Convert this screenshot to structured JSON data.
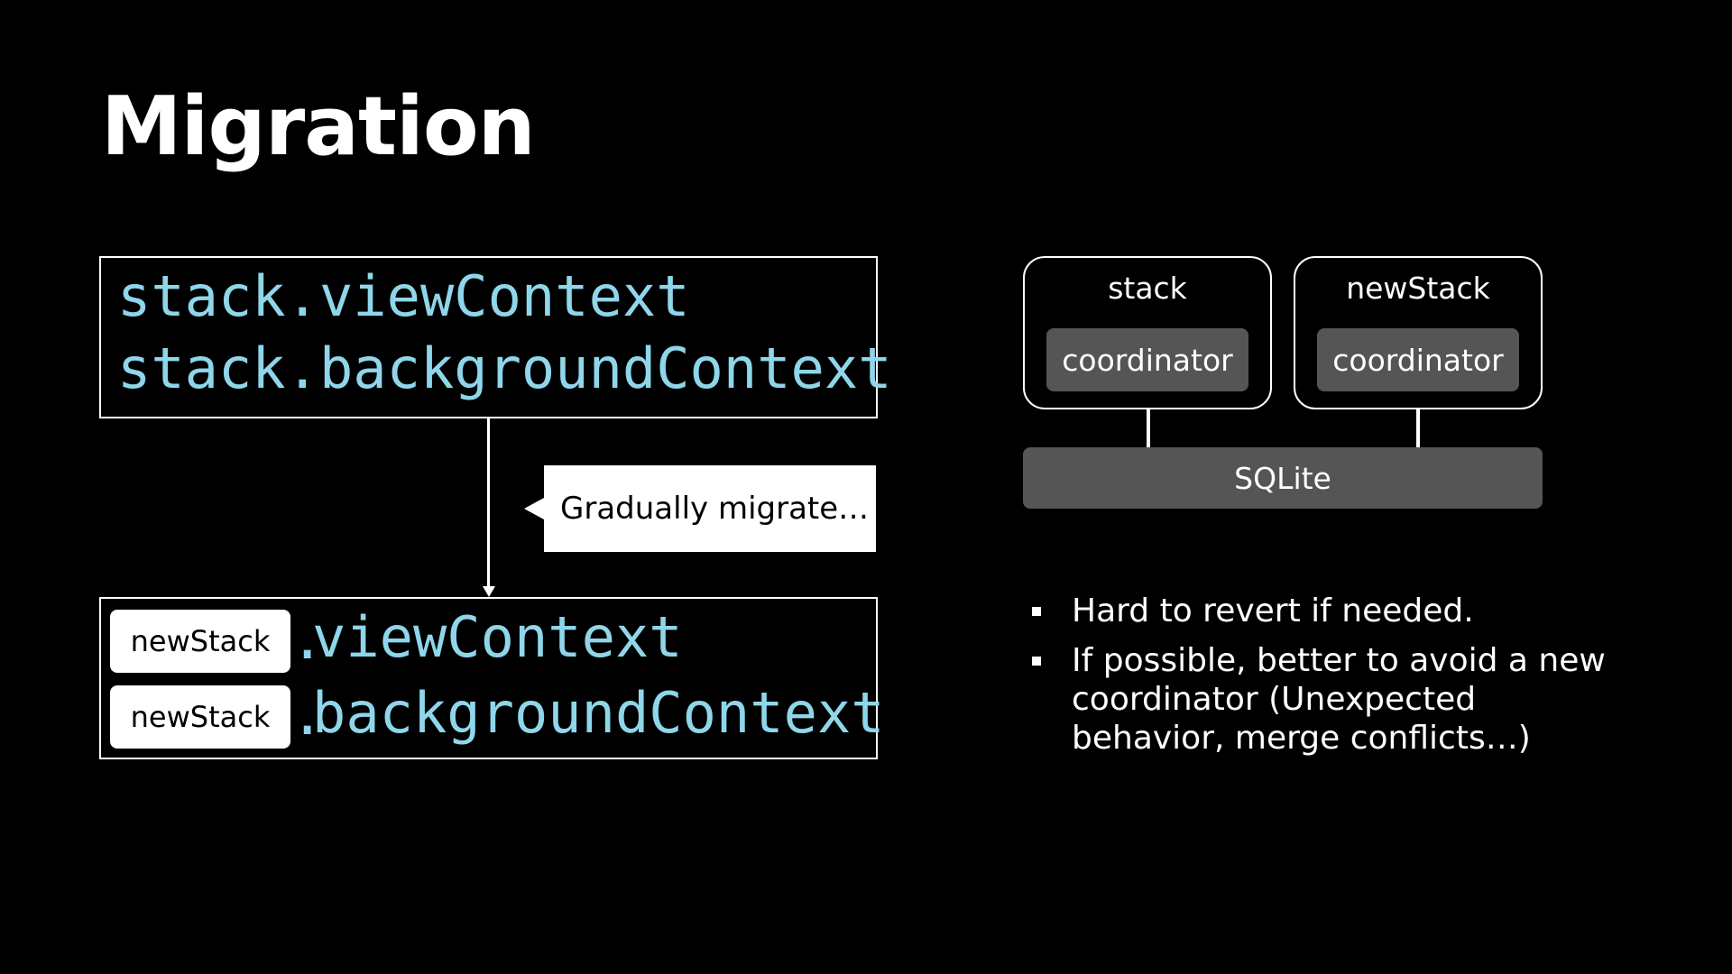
{
  "slide": {
    "title": "Migration"
  },
  "code_before": {
    "line1": "stack.viewContext",
    "line2": "stack.backgroundContext"
  },
  "code_after": {
    "pill_label": "newStack",
    "dot": ".",
    "line1_suffix": "viewContext",
    "line2_suffix": "backgroundContext"
  },
  "callout": {
    "text": "Gradually migrate…"
  },
  "diagram": {
    "stack_left": {
      "label": "stack",
      "inner": "coordinator"
    },
    "stack_right": {
      "label": "newStack",
      "inner": "coordinator"
    },
    "database": "SQLite"
  },
  "bullets": [
    "Hard to revert if needed.",
    "If possible, better to avoid a new coordinator (Unexpected behavior, merge conflicts…)"
  ],
  "colors": {
    "code_text": "#8fd6ea",
    "gray_block": "#555555",
    "background": "#000000"
  }
}
